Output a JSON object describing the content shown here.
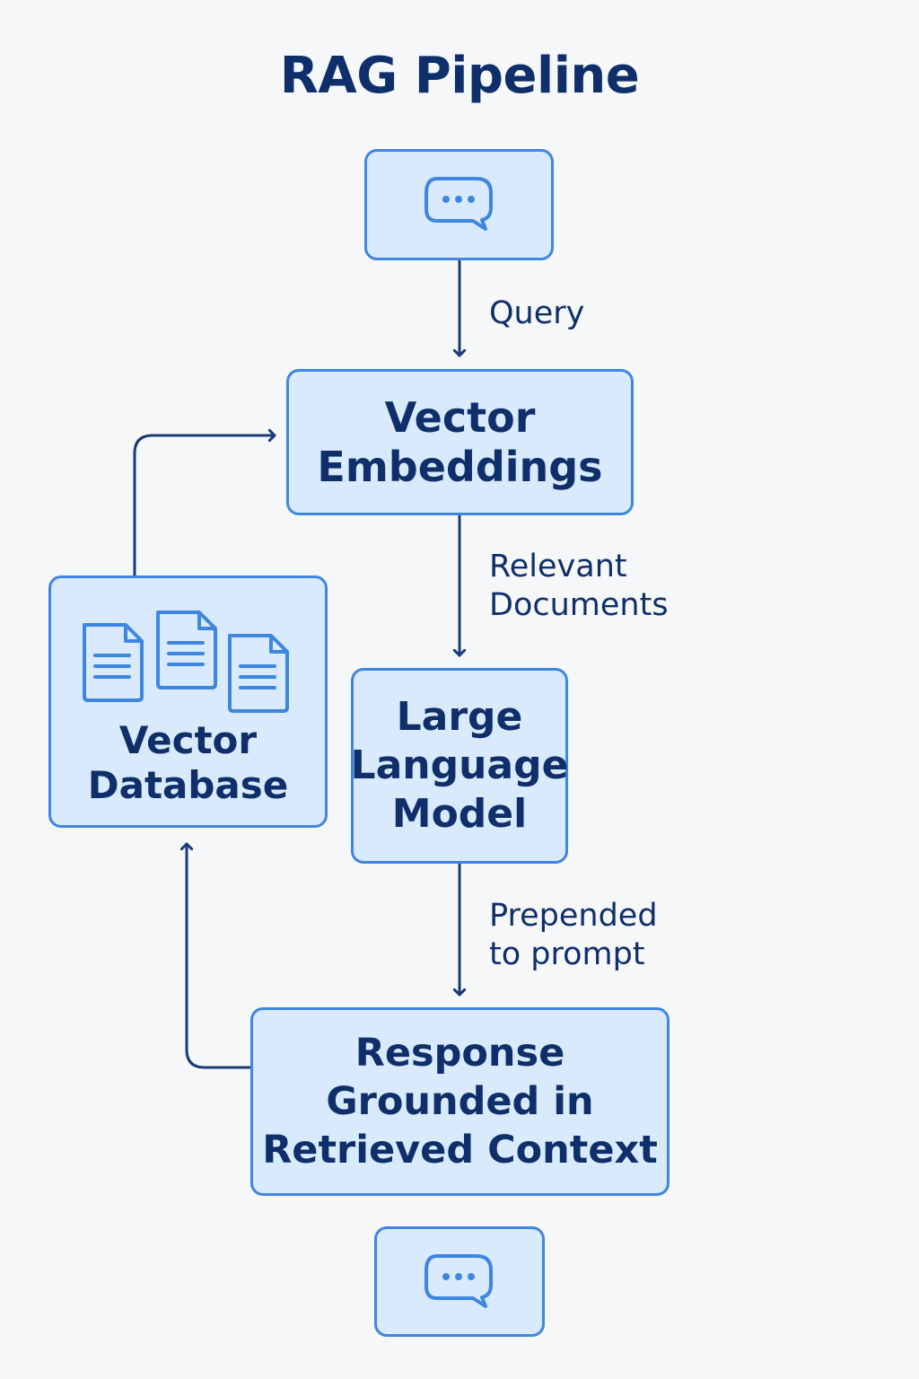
{
  "title": "RAG Pipeline",
  "nodes": {
    "input": {
      "icon": "chat-bubble-icon"
    },
    "embeddings": {
      "label": "Vector\nEmbeddings"
    },
    "database": {
      "label": "Vector\nDatabase",
      "icon": "document-stack-icon"
    },
    "llm": {
      "label": "Large\nLanguage\nModel"
    },
    "response": {
      "label": "Response\nGrounded in\nRetrieved Context"
    },
    "output": {
      "icon": "chat-bubble-icon"
    }
  },
  "edges": {
    "query": "Query",
    "relevant_documents": "Relevant\nDocuments",
    "prepended": "Prepended\nto prompt"
  },
  "colors": {
    "node_fill": "#d9eafc",
    "node_border": "#3f86e0",
    "text": "#0f2f6b",
    "arrow": "#1a3a78",
    "background": "#f6f7f9"
  }
}
